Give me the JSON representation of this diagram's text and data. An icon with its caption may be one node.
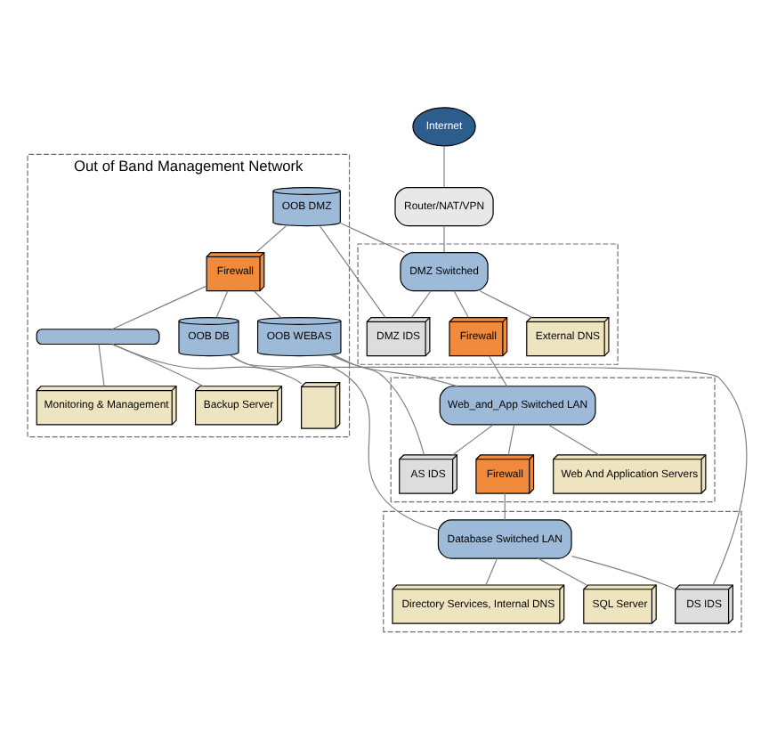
{
  "diagram": {
    "nodes": [
      {
        "text": [
          "Out of Band Management Network"
        ]
      },
      {
        "text": [
          "OOB DMZ"
        ],
        "in": 0
      },
      {
        "text": [
          "OOB WEBAS"
        ],
        "in": 0
      },
      {
        "text": [
          "OOB DB"
        ],
        "in": 0
      },
      {
        "text": [
          "Firewall"
        ],
        "in": 0
      },
      {
        "text": [],
        "shape": "bar",
        "in": 0
      },
      {
        "text": [
          "Backup Server"
        ],
        "in": 0
      },
      {
        "text": [],
        "shape": "box",
        "in": 0
      },
      {
        "text": [
          "Monitoring & Management"
        ],
        "in": 0
      },
      {
        "text": [
          "Internet"
        ]
      },
      {
        "text": [
          "Router/NAT/VPN"
        ]
      },
      {
        "text": [],
        "shape": "box"
      },
      {
        "text": [
          "DMZ Switched"
        ],
        "in": 11
      },
      {
        "text": [
          "DMZ IDS"
        ],
        "in": 11
      },
      {
        "text": [
          "Firewall"
        ],
        "in": 11
      },
      {
        "text": [
          "External DNS"
        ],
        "in": 11
      },
      {
        "text": [],
        "shape": "box"
      },
      {
        "text": [
          "Web_and_App Switched LAN"
        ],
        "in": 16
      },
      {
        "text": [
          "AS IDS"
        ],
        "in": 16
      },
      {
        "text": [
          "Firewall"
        ],
        "in": 16
      },
      {
        "text": [
          "Web And Application Servers"
        ],
        "in": 16
      },
      {
        "text": [],
        "shape": "box"
      },
      {
        "text": [
          "Database Switched LAN"
        ],
        "in": 21
      },
      {
        "text": [
          "DS IDS"
        ],
        "in": 21
      },
      {
        "text": [
          "Directory Services, Internal DNS"
        ],
        "in": 21
      },
      {
        "text": [
          "SQL Server"
        ],
        "in": 21
      }
    ],
    "edges": [
      {
        "from": 9,
        "to": 10,
        "arrow": "none"
      },
      {
        "from": 10,
        "to": 12,
        "arrow": "none"
      },
      {
        "from": 12,
        "to": 13,
        "arrow": "none"
      },
      {
        "from": 12,
        "to": 14,
        "arrow": "none"
      },
      {
        "from": 12,
        "to": 15,
        "arrow": "none"
      },
      {
        "from": 14,
        "to": 17,
        "arrow": "none"
      },
      {
        "from": 17,
        "to": 18,
        "arrow": "none"
      },
      {
        "from": 17,
        "to": 19,
        "arrow": "none"
      },
      {
        "from": 17,
        "to": 20,
        "arrow": "none"
      },
      {
        "from": 19,
        "to": 22,
        "arrow": "none"
      },
      {
        "from": 22,
        "to": 23,
        "arrow": "none"
      },
      {
        "from": 22,
        "to": 24,
        "arrow": "none"
      },
      {
        "from": 22,
        "to": 25,
        "arrow": "none"
      },
      {
        "from": 1,
        "to": 12,
        "arrow": "none"
      },
      {
        "from": 1,
        "to": 13,
        "arrow": "none"
      },
      {
        "from": 1,
        "to": 4,
        "arrow": "none"
      },
      {
        "from": 4,
        "to": 2,
        "arrow": "none"
      },
      {
        "from": 4,
        "to": 3,
        "arrow": "none"
      },
      {
        "from": 2,
        "to": 17,
        "arrow": "none"
      },
      {
        "from": 2,
        "to": 18,
        "arrow": "none"
      },
      {
        "from": 3,
        "to": 22,
        "arrow": "none"
      },
      {
        "from": 3,
        "to": 23,
        "arrow": "none"
      },
      {
        "from": 4,
        "to": 5,
        "arrow": "none"
      },
      {
        "from": 5,
        "to": 6,
        "arrow": "none"
      },
      {
        "from": 5,
        "to": 7,
        "arrow": "none"
      },
      {
        "from": 5,
        "to": 8,
        "arrow": "none"
      }
    ]
  }
}
